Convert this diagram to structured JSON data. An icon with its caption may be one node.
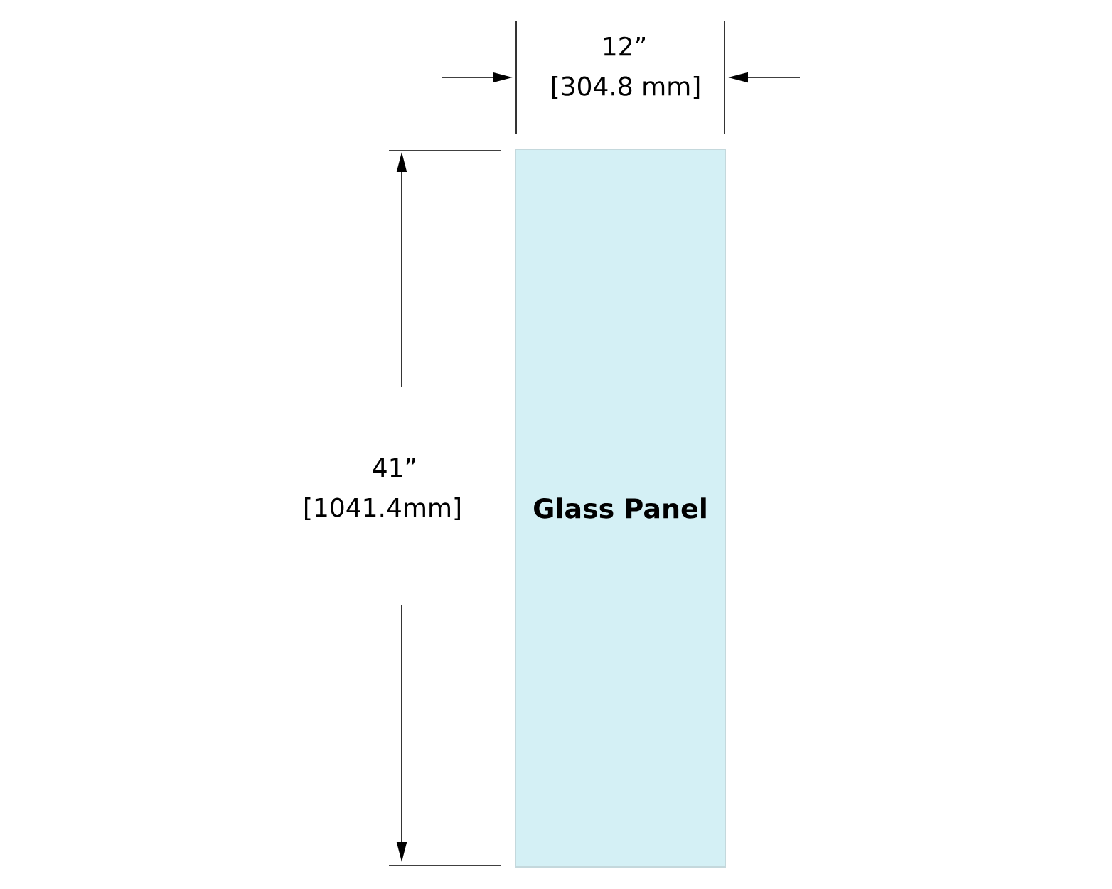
{
  "diagram": {
    "nodes": [
      {
        "text": [
          "Glass Panel"
        ]
      }
    ],
    "labels": [
      "12”",
      "[304.8 mm]",
      "41”",
      "[1041.4mm]"
    ]
  }
}
